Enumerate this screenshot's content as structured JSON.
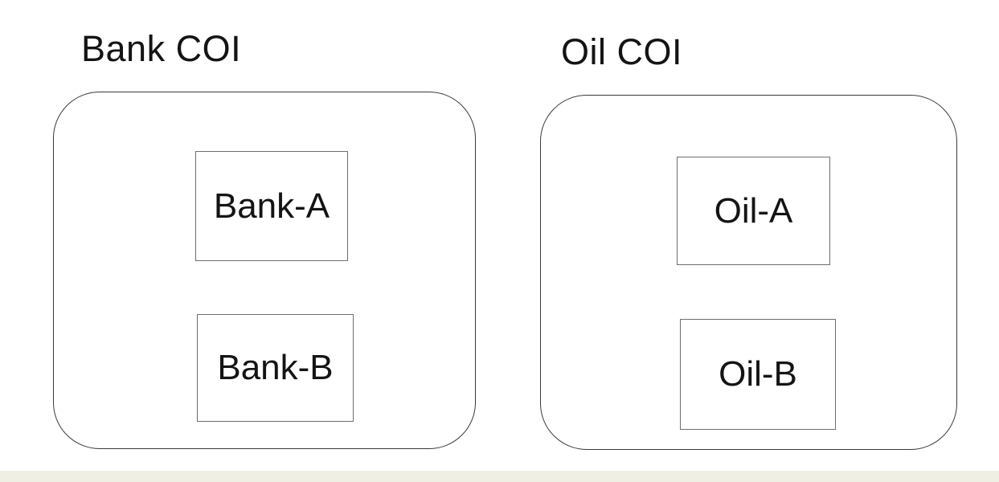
{
  "diagram": {
    "groups": [
      {
        "title": "Bank COI",
        "nodes": [
          {
            "label": "Bank-A"
          },
          {
            "label": "Bank-B"
          }
        ]
      },
      {
        "title": "Oil COI",
        "nodes": [
          {
            "label": "Oil-A"
          },
          {
            "label": "Oil-B"
          }
        ]
      }
    ],
    "colors": {
      "background": "#ffffff",
      "container_border": "#3a3a3a",
      "node_border": "#6e6e6e",
      "text": "#141414",
      "footer_strip": "#f0efe4"
    }
  }
}
